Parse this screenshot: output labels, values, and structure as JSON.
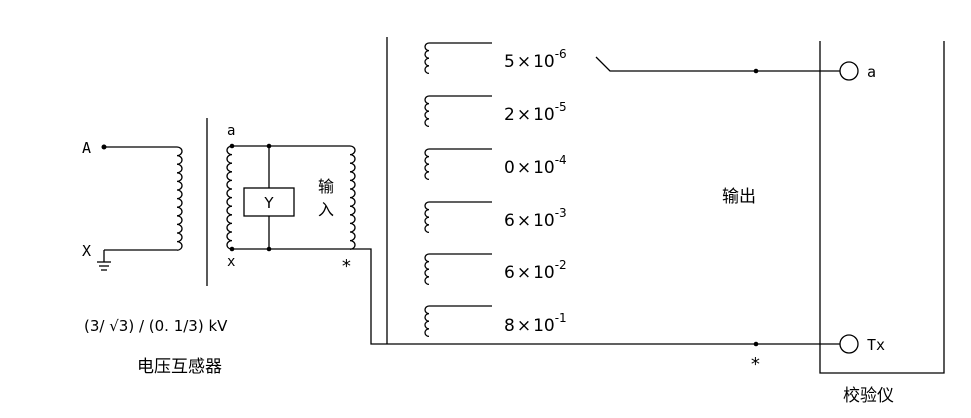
{
  "transformer": {
    "terminal_A": "A",
    "terminal_X": "X",
    "terminal_a": "a",
    "terminal_x": "x",
    "polarity_mark": "*",
    "meter": "Y",
    "input_label_1": "输",
    "input_label_2": "入",
    "ratio": "(3/ √3) / (0. 1/3) kV",
    "name": "电压互感器"
  },
  "taps": [
    {
      "mantissa": "5",
      "exponent": "-6"
    },
    {
      "mantissa": "2",
      "exponent": "-5"
    },
    {
      "mantissa": "0",
      "exponent": "-4"
    },
    {
      "mantissa": "6",
      "exponent": "-3"
    },
    {
      "mantissa": "6",
      "exponent": "-2"
    },
    {
      "mantissa": "8",
      "exponent": "-1"
    }
  ],
  "times_symbol": "×",
  "base": "10",
  "output_label": "输出",
  "calibrator": {
    "terminal_a": "a",
    "terminal_tx": "Tx",
    "polarity_mark": "*",
    "name": "校验仪"
  }
}
